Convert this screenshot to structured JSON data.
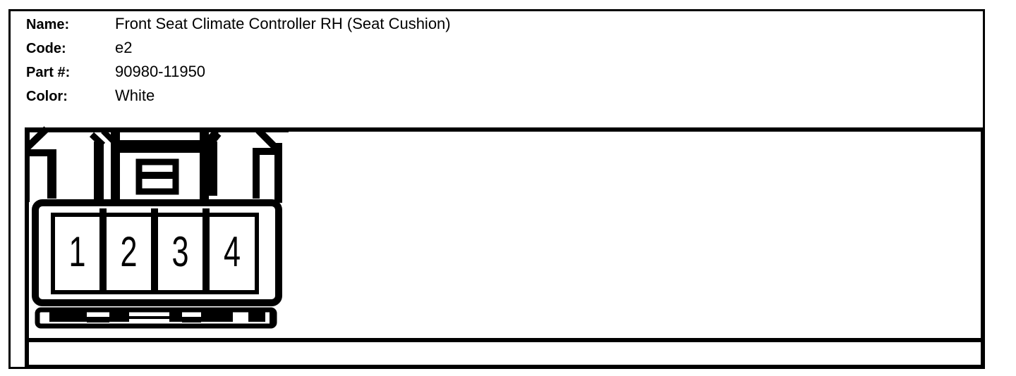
{
  "header": {
    "fields": [
      {
        "label": "Name:",
        "value": "Front Seat Climate Controller RH (Seat Cushion)"
      },
      {
        "label": "Code:",
        "value": "e2"
      },
      {
        "label": "Part #:",
        "value": "90980-11950"
      },
      {
        "label": "Color:",
        "value": "White"
      }
    ]
  },
  "connector": {
    "view": "front-view pin cavity diagram",
    "pin_count": 4,
    "pins": [
      "1",
      "2",
      "3",
      "4"
    ],
    "housing_color_listed": "White"
  },
  "colors": {
    "line": "#000000",
    "background": "#ffffff"
  }
}
